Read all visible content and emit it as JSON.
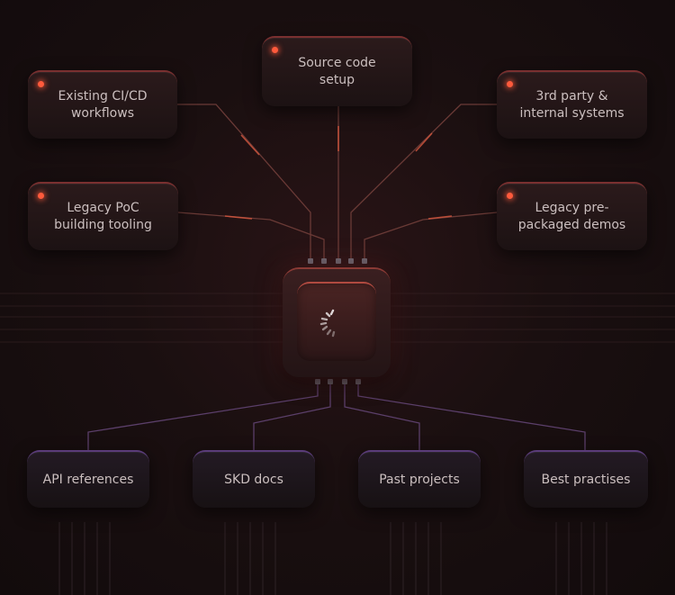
{
  "top_nodes": [
    {
      "id": "existing-ci-cd",
      "label": "Existing CI/CD\nworkflows"
    },
    {
      "id": "source-code-setup",
      "label": "Source code\nsetup"
    },
    {
      "id": "third-party-systems",
      "label": "3rd party &\ninternal systems"
    },
    {
      "id": "legacy-poc",
      "label": "Legacy PoC\nbuilding tooling"
    },
    {
      "id": "legacy-demos",
      "label": "Legacy pre-\npackaged demos"
    }
  ],
  "bottom_nodes": [
    {
      "id": "api-references",
      "label": "API references"
    },
    {
      "id": "skd-docs",
      "label": "SKD docs"
    },
    {
      "id": "past-projects",
      "label": "Past projects"
    },
    {
      "id": "best-practises",
      "label": "Best practises"
    }
  ],
  "hub": {
    "icon": "loader-ring-icon"
  },
  "colors": {
    "accent_dot": "#ff5a3c",
    "top_border": "#7a3030",
    "bottom_border": "#5a3c7a",
    "connector": "#6a3a36",
    "connector_glow": "#d8583f",
    "bottom_connector": "#5b3f6a"
  }
}
